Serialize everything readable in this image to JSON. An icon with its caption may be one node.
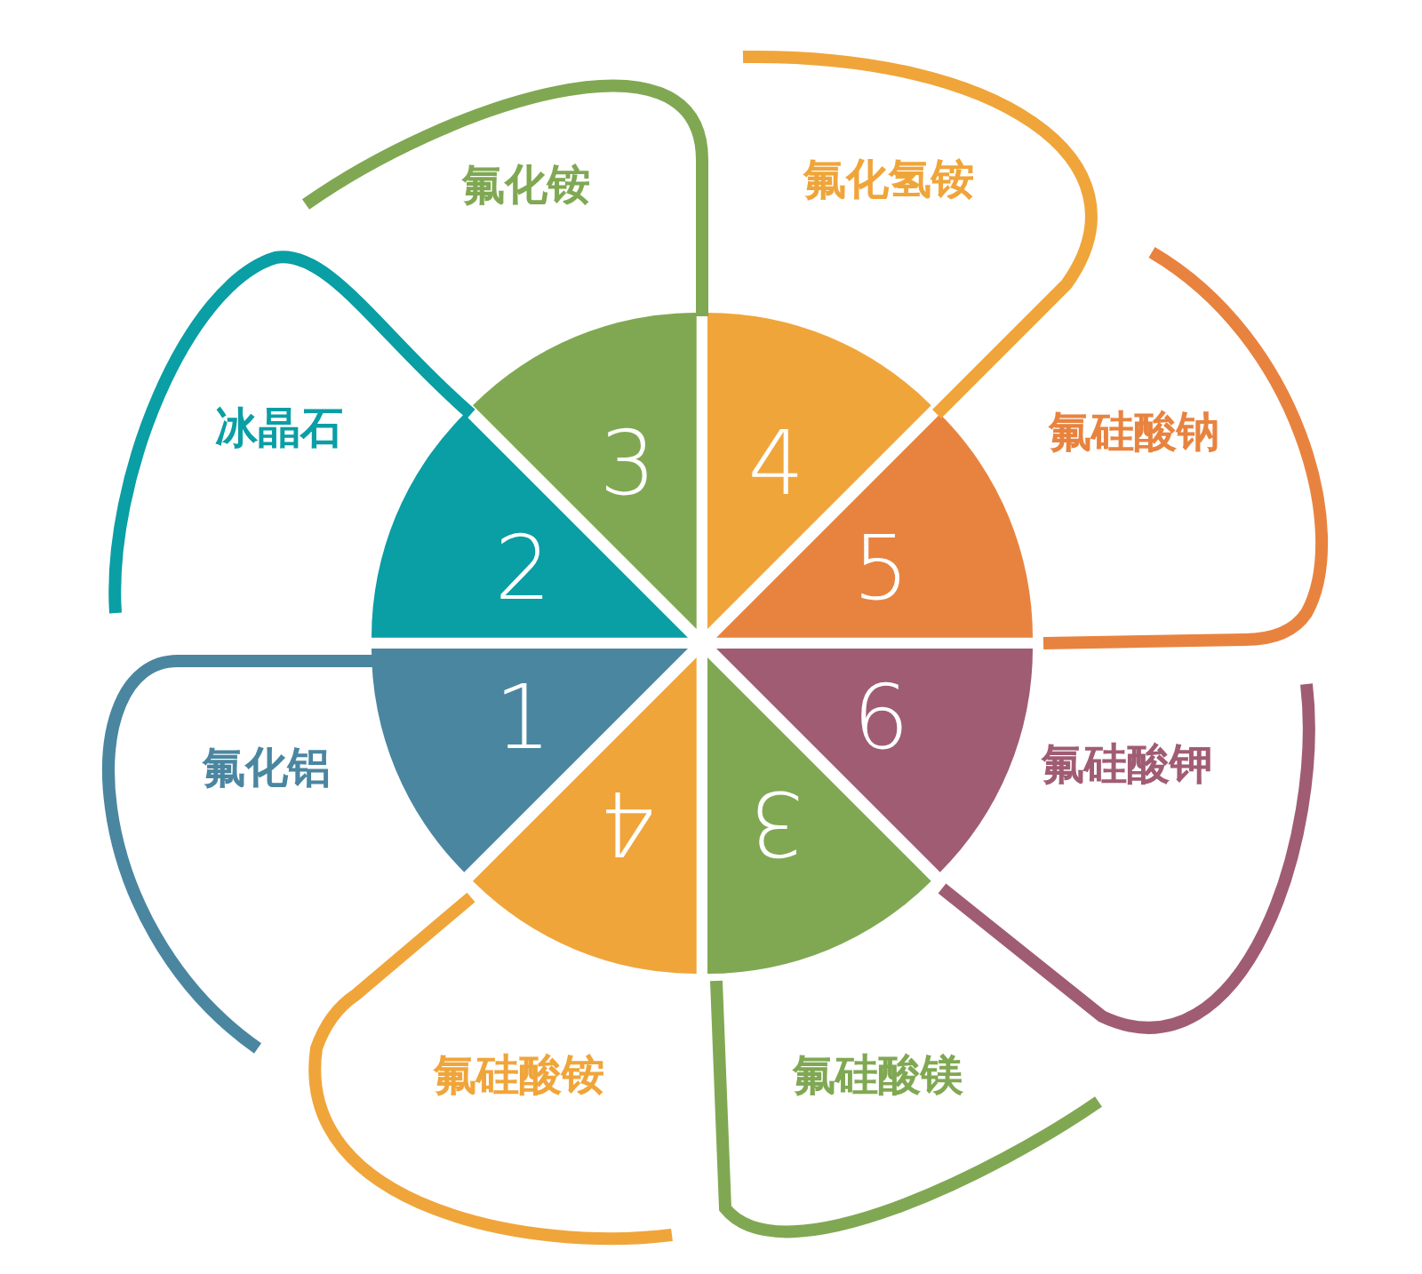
{
  "diagram": {
    "nodes": [
      {
        "text": [
          "1"
        ]
      },
      {
        "text": [
          "2"
        ]
      },
      {
        "text": [
          "3"
        ]
      },
      {
        "text": [
          "4"
        ]
      },
      {
        "text": [
          "5"
        ]
      },
      {
        "text": [
          "6"
        ]
      },
      {
        "text": [
          "3"
        ]
      },
      {
        "text": [
          "4"
        ]
      },
      {
        "text": [
          "氟化铝"
        ]
      },
      {
        "text": [
          "冰晶石"
        ]
      },
      {
        "text": [
          "氟化铵"
        ]
      },
      {
        "text": [
          "氟化氢铵"
        ]
      },
      {
        "text": [
          "氟硅酸钠"
        ]
      },
      {
        "text": [
          "氟硅酸钾"
        ]
      },
      {
        "text": [
          "氟硅酸镁"
        ]
      },
      {
        "text": [
          "氟硅酸铵"
        ]
      }
    ]
  }
}
